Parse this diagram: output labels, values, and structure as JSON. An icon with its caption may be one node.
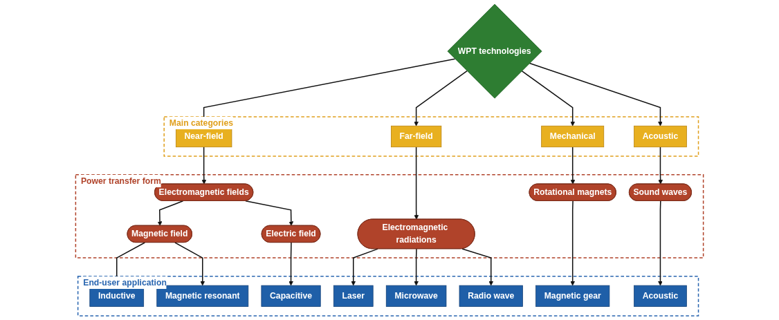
{
  "diagram": {
    "nodes": [
      {
        "text": [
          "WPT technologies"
        ]
      },
      {
        "text": [
          "Main categories"
        ]
      },
      {
        "text": [
          "Near-field"
        ],
        "in": 1
      },
      {
        "text": [
          "Far-field"
        ],
        "in": 1
      },
      {
        "text": [
          "Mechanical"
        ],
        "in": 1
      },
      {
        "text": [
          "Acoustic"
        ],
        "in": 1
      },
      {
        "text": [
          "Power transfer form"
        ]
      },
      {
        "text": [
          "Electromagnetic fields"
        ],
        "in": 6
      },
      {
        "text": [
          "Magnetic field"
        ],
        "in": 6
      },
      {
        "text": [
          "Electric field"
        ],
        "in": 6
      },
      {
        "text": [
          "Electromagnetic radiations"
        ],
        "in": 6
      },
      {
        "text": [
          "Rotational magnets"
        ],
        "in": 6
      },
      {
        "text": [
          "Sound waves"
        ],
        "in": 6
      },
      {
        "text": [
          "End-user application"
        ]
      },
      {
        "text": [
          "Inductive"
        ],
        "in": 13
      },
      {
        "text": [
          "Magnetic resonant"
        ],
        "in": 13
      },
      {
        "text": [
          "Capacitive"
        ],
        "in": 13
      },
      {
        "text": [
          "Laser"
        ],
        "in": 13
      },
      {
        "text": [
          "Microwave"
        ],
        "in": 13
      },
      {
        "text": [
          "Radio wave"
        ],
        "in": 13
      },
      {
        "text": [
          "Magnetic gear"
        ],
        "in": 13
      },
      {
        "text": [
          "Acoustic"
        ],
        "in": 13
      }
    ],
    "edges": [
      {
        "from": 0,
        "to": 2,
        "arrow": "to"
      },
      {
        "from": 0,
        "to": 3,
        "arrow": "to"
      },
      {
        "from": 0,
        "to": 4,
        "arrow": "to"
      },
      {
        "from": 0,
        "to": 5,
        "arrow": "to"
      },
      {
        "from": 2,
        "to": 7,
        "arrow": "to"
      },
      {
        "from": 7,
        "to": 8,
        "arrow": "to"
      },
      {
        "from": 7,
        "to": 9,
        "arrow": "to"
      },
      {
        "from": 3,
        "to": 10,
        "arrow": "to"
      },
      {
        "from": 4,
        "to": 11,
        "arrow": "to"
      },
      {
        "from": 5,
        "to": 12,
        "arrow": "to"
      },
      {
        "from": 8,
        "to": 14,
        "arrow": "to"
      },
      {
        "from": 8,
        "to": 15,
        "arrow": "to"
      },
      {
        "from": 9,
        "to": 16,
        "arrow": "to"
      },
      {
        "from": 10,
        "to": 17,
        "arrow": "to"
      },
      {
        "from": 10,
        "to": 18,
        "arrow": "to"
      },
      {
        "from": 10,
        "to": 19,
        "arrow": "to"
      },
      {
        "from": 11,
        "to": 20,
        "arrow": "to"
      },
      {
        "from": 12,
        "to": 21,
        "arrow": "to"
      }
    ]
  }
}
